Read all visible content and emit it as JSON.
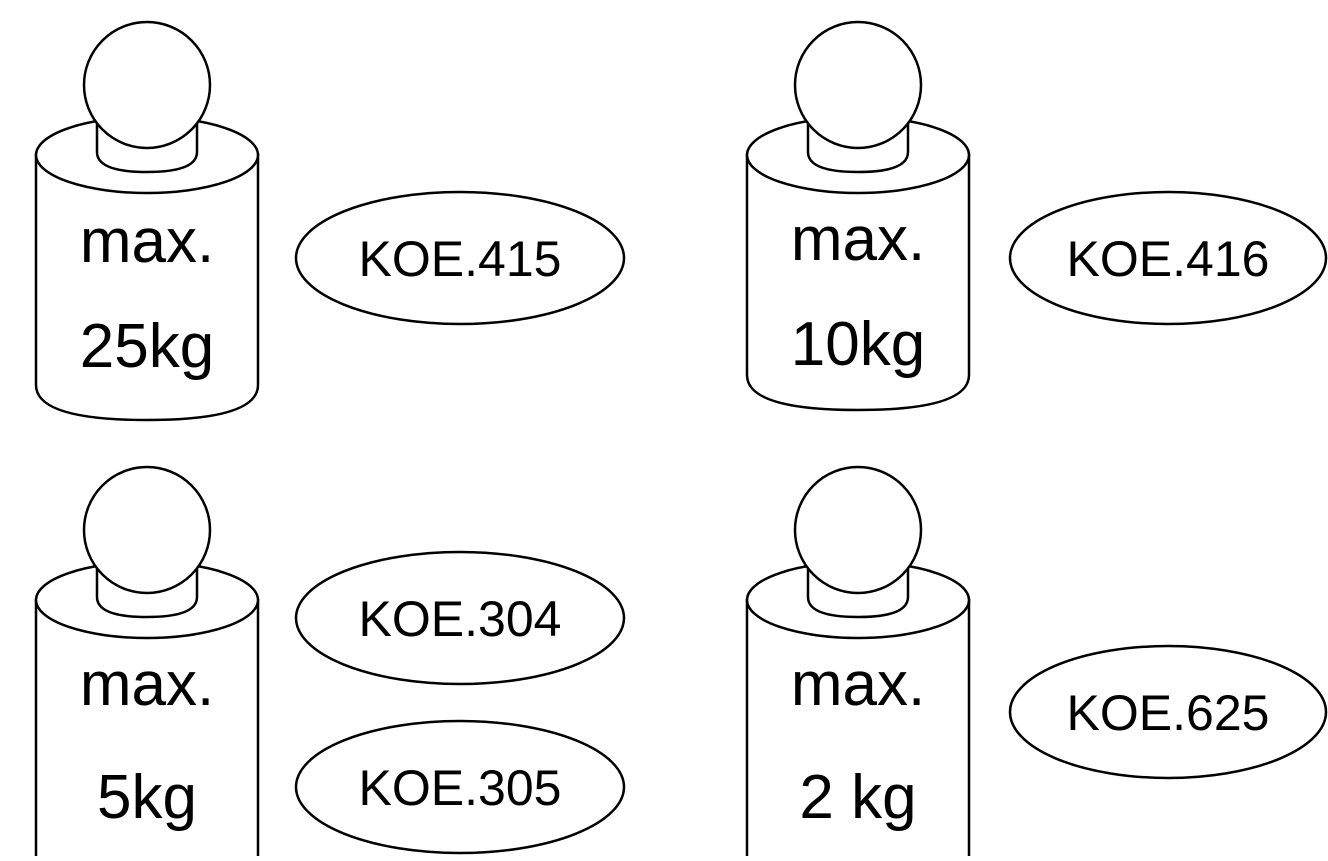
{
  "weights": [
    {
      "line1": "max.",
      "line2": "25kg",
      "codes": [
        "KOE.415"
      ]
    },
    {
      "line1": "max.",
      "line2": "10kg",
      "codes": [
        "KOE.416"
      ]
    },
    {
      "line1": "max.",
      "line2": "5kg",
      "codes": [
        "KOE.304",
        "KOE.305"
      ]
    },
    {
      "line1": "max.",
      "line2": "2 kg",
      "codes": [
        "KOE.625"
      ]
    }
  ],
  "colors": {
    "line": "#000000",
    "background": "#ffffff"
  }
}
